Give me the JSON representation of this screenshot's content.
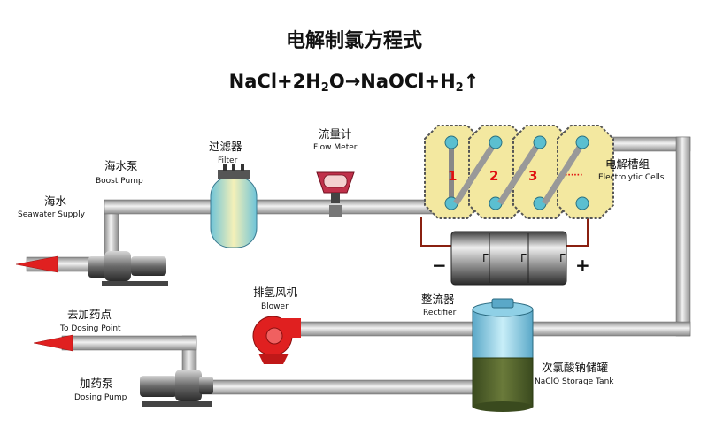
{
  "title": "电解制氯方程式",
  "equation": {
    "part1": "NaCl+2H",
    "sub1": "2",
    "part2": "O→NaOCl+H",
    "sub2": "2",
    "part3": "↑"
  },
  "labels": {
    "seawater_cn": "海水",
    "seawater_en": "Seawater Supply",
    "boost_pump_cn": "海水泵",
    "boost_pump_en": "Boost Pump",
    "filter_cn": "过滤器",
    "filter_en": "Filter",
    "flow_meter_cn": "流量计",
    "flow_meter_en": "Flow Meter",
    "electrolytic_cn": "电解槽组",
    "electrolytic_en": "Electrolytic Cells",
    "blower_cn": "排氢风机",
    "blower_en": "Blower",
    "rectifier_cn": "整流器",
    "rectifier_en": "Rectifier",
    "dosing_point_cn": "去加药点",
    "dosing_point_en": "To Dosing Point",
    "dosing_pump_cn": "加药泵",
    "dosing_pump_en": "Dosing Pump",
    "tank_cn": "次氯酸钠储罐",
    "tank_en": "NaClO Storage Tank"
  },
  "cells": {
    "numbers": [
      "1",
      "2",
      "3",
      "······"
    ]
  },
  "rectifier_signs": {
    "minus": "−",
    "plus": "+"
  },
  "colors": {
    "pipe": "#c8c8c8",
    "arrow": "#e02020",
    "cell_fill": "#f3e8a0",
    "electrode": "#5bbfd0",
    "tank_liquid": "#4a5a2a",
    "blower": "#e02020"
  }
}
